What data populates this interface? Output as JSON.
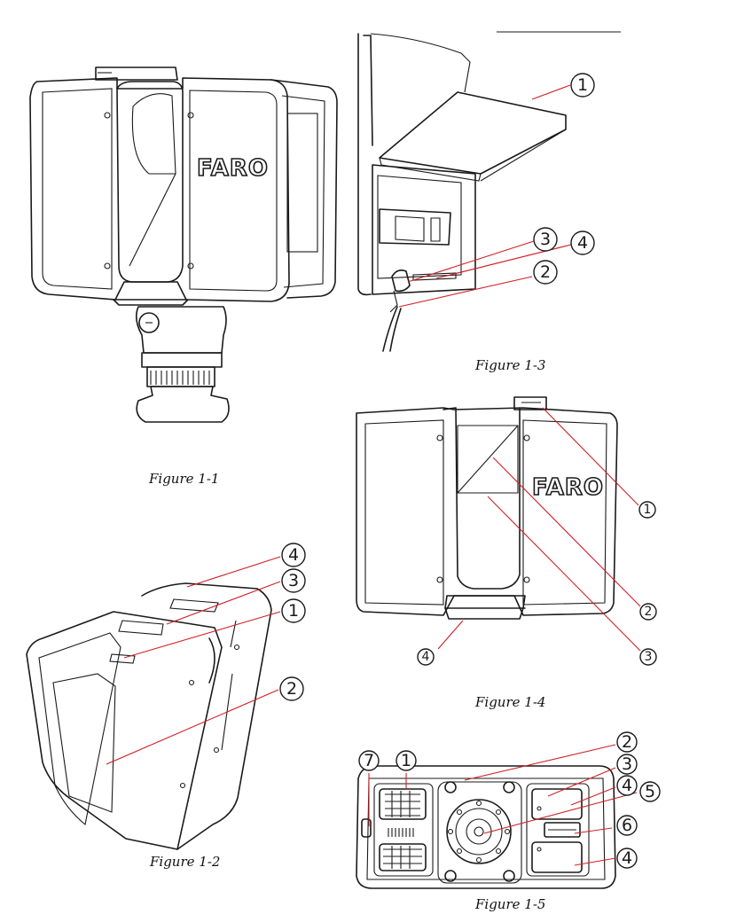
{
  "figures": {
    "fig1": {
      "caption": "Figure 1-1",
      "logo": "FARO"
    },
    "fig2": {
      "caption": "Figure 1-2",
      "callouts": [
        "4",
        "3",
        "1",
        "2"
      ]
    },
    "fig3": {
      "caption": "Figure 1-3",
      "callouts": [
        "1",
        "3",
        "4",
        "2"
      ]
    },
    "fig4": {
      "caption": "Figure 1-4",
      "logo": "FARO",
      "callouts": [
        "1",
        "2",
        "3",
        "4"
      ]
    },
    "fig5": {
      "caption": "Figure 1-5",
      "callouts": [
        "7",
        "1",
        "2",
        "3",
        "4",
        "5",
        "6",
        "4"
      ]
    }
  },
  "colors": {
    "line": "#1a1a1a",
    "leader": "#d21f26",
    "background": "#ffffff"
  }
}
